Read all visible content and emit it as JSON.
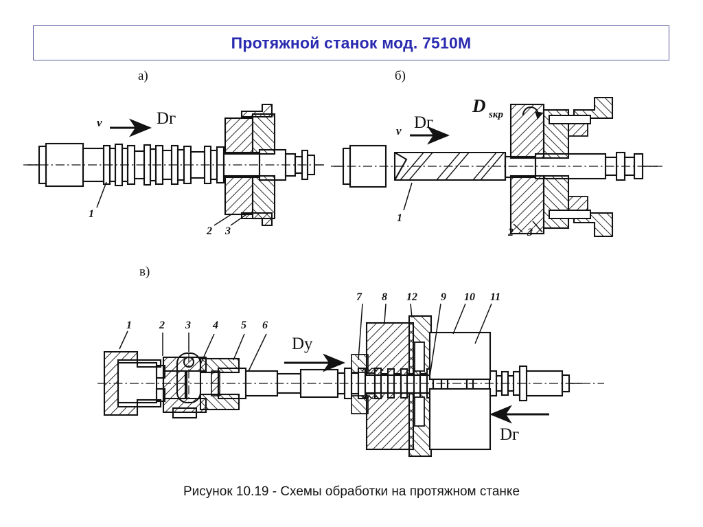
{
  "title": {
    "text": "Протяжной станок мод. 7510М",
    "color": "#2a2ab0",
    "border_color": "#5a5aa0"
  },
  "caption": {
    "text": "Рисунок 10.19 - Схемы обработки на протяжном станке"
  },
  "panels": {
    "a": {
      "letter": "а)",
      "motion_main": "Dг",
      "velocity": "v",
      "callouts": [
        "1",
        "2",
        "3"
      ]
    },
    "b": {
      "letter": "б)",
      "motion_main": "Dг",
      "velocity": "v",
      "motion_rotary": "D",
      "motion_rotary_sub": "sкр",
      "callouts": [
        "1",
        "2",
        "3"
      ]
    },
    "v": {
      "letter": "в)",
      "motion_feed": "Dу",
      "motion_main": "Dг",
      "callouts": [
        "1",
        "2",
        "3",
        "4",
        "5",
        "6",
        "7",
        "8",
        "12",
        "9",
        "10",
        "11"
      ]
    }
  },
  "colors": {
    "ink": "#121212",
    "background": "#ffffff"
  }
}
